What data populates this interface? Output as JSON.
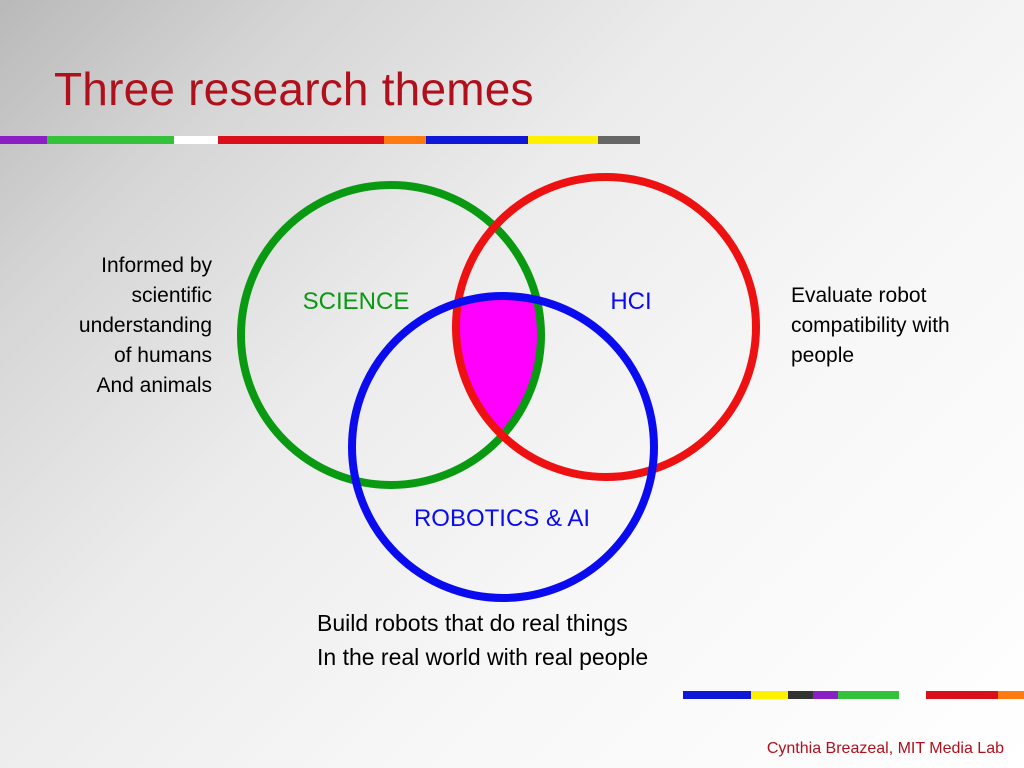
{
  "slide": {
    "title": "Three research themes",
    "footer": "Cynthia Breazeal, MIT Media Lab"
  },
  "venn": {
    "circles": [
      {
        "label": "SCIENCE",
        "color": "#0a9a12"
      },
      {
        "label": "HCI",
        "color": "#ee1111"
      },
      {
        "label": "ROBOTICS & AI",
        "color": "#0b0bf0"
      }
    ],
    "overlap_color": "#ff00ff"
  },
  "descriptions": {
    "science": [
      "Informed by",
      "scientific",
      "understanding",
      "of humans",
      "And animals"
    ],
    "hci": [
      "Evaluate robot",
      "compatibility with",
      "people"
    ],
    "robotics": [
      "Build robots that do real things",
      "In the real world with real people"
    ]
  },
  "decor": {
    "top_bar_colors": [
      "#8b1fc6",
      "#33c23a",
      "#ffffff",
      "#d9101c",
      "#ff7a10",
      "#1018d8",
      "#fff000",
      "#666666"
    ],
    "bottom_bar_colors": [
      "#1018d8",
      "#fff000",
      "#333333",
      "#8b1fc6",
      "#33c23a"
    ],
    "bottom_right_bar_colors": [
      "#d9101c",
      "#ff7a10"
    ]
  }
}
